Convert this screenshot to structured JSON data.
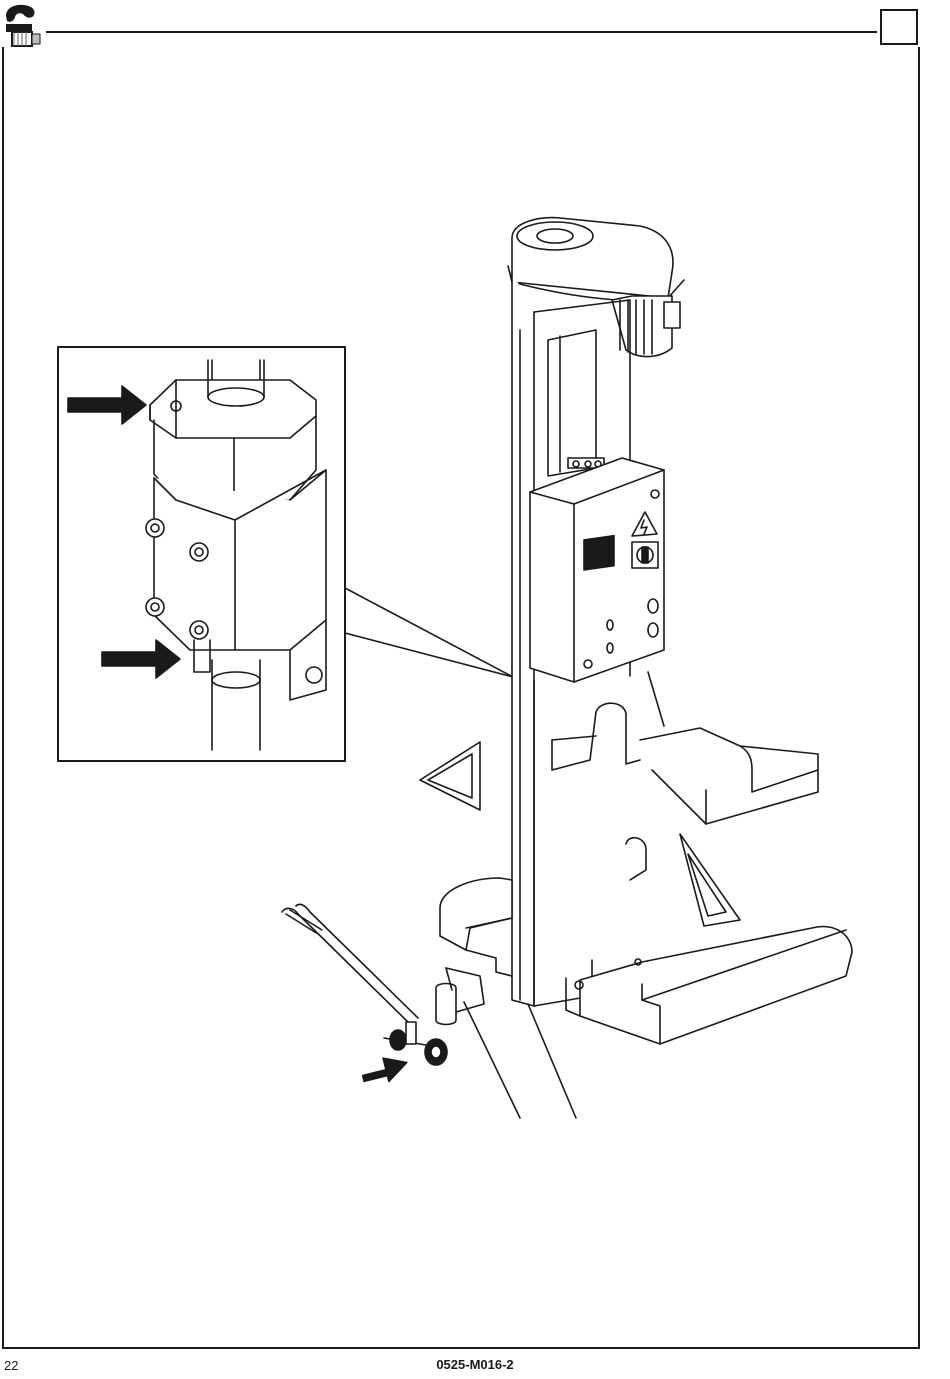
{
  "header": {
    "logo_icon": "manufacturer-logo-icon"
  },
  "figure": {
    "icons": [
      "arrow-right-icon",
      "warning-electric-icon",
      "mobile-column-lift",
      "transport-trolley",
      "detail-inset"
    ],
    "colors": {
      "line": "#1a1a1a",
      "fill": "#ffffff",
      "shade": "#d9d9d9"
    }
  },
  "footer": {
    "page_number": "22",
    "doc_code": "0525-M016-2"
  }
}
